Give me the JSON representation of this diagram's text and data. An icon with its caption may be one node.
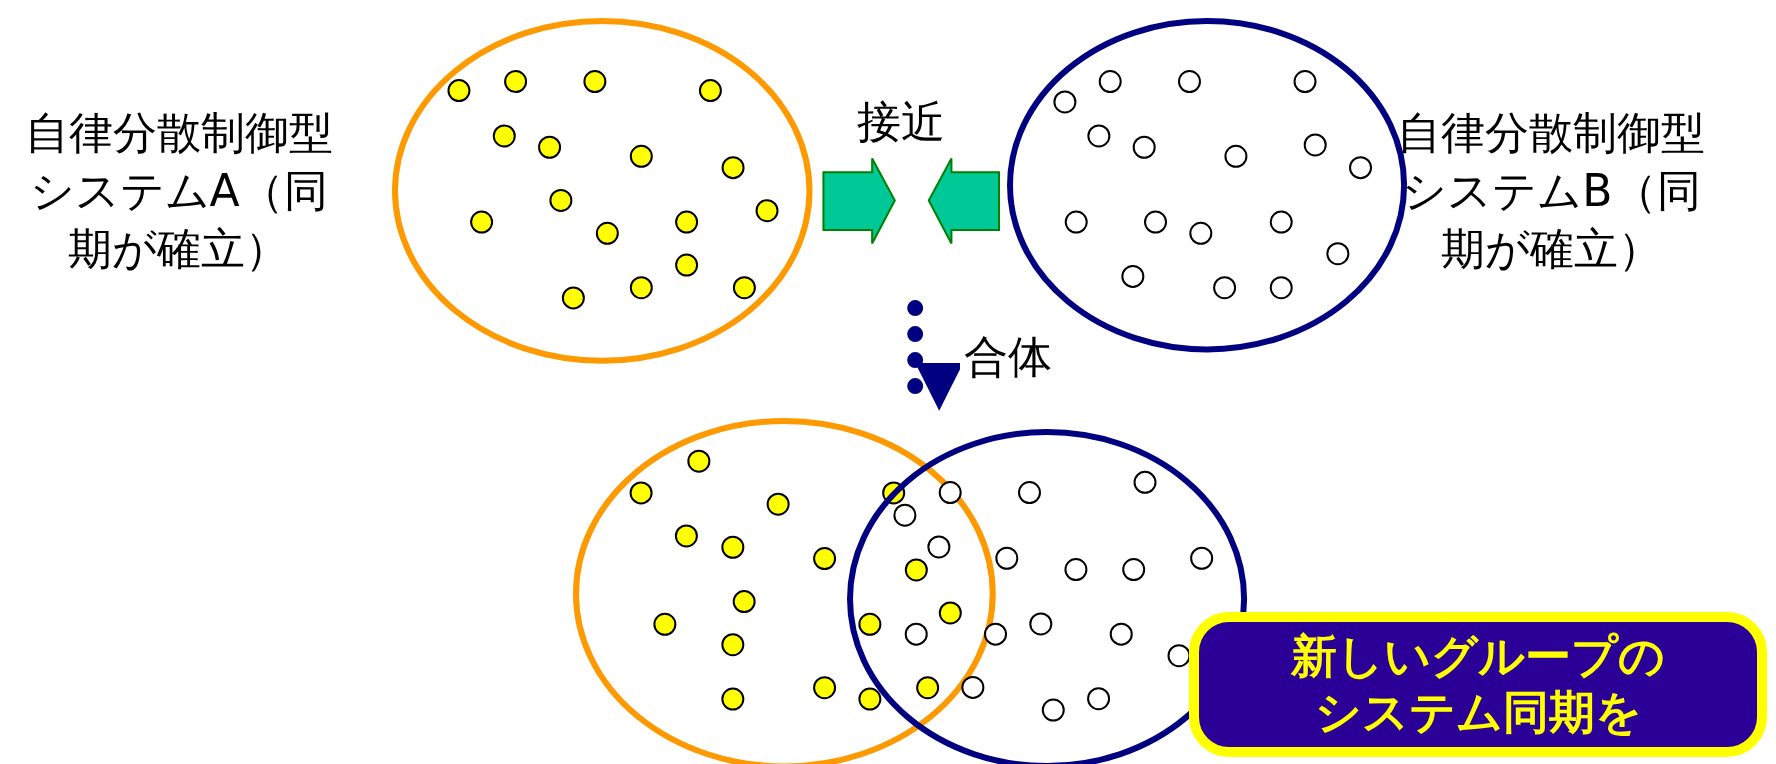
{
  "diagram": {
    "nodes": [
      {
        "text": [],
        "shape": "ellipse",
        "beside": [
          "自律分散制御型システムA（同期が確立）"
        ]
      },
      {
        "text": [],
        "shape": "ellipse",
        "beside": [
          "自律分散制御型システムB（同期が確立）"
        ]
      },
      {
        "text": [],
        "shape": "ellipse"
      },
      {
        "text": [],
        "shape": "ellipse"
      },
      {
        "text": [
          "新しいグループのシステム同期を"
        ]
      }
    ],
    "edges": [
      {
        "from": 0,
        "to": null,
        "arrow": "to",
        "color": "#00c896"
      },
      {
        "from": 1,
        "to": null,
        "arrow": "to",
        "color": "#00c896"
      },
      {
        "from": null,
        "to": 2,
        "arrow": "to",
        "label": "合体",
        "style": "dashed",
        "color": "#000080"
      }
    ],
    "labels": [
      "接近"
    ]
  }
}
